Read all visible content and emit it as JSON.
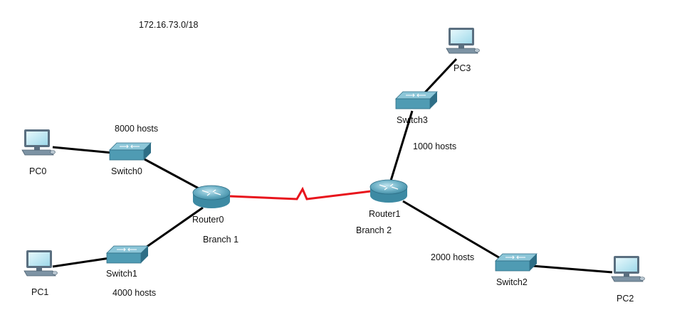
{
  "network": "172.16.73.0/18",
  "colors": {
    "ethernet_link": "#000000",
    "serial_link": "#e8141c",
    "device_blue": "#4f9bb3",
    "device_dark": "#2e6e86",
    "monitor_frame": "#5a6f80",
    "screen": "#c4ecf6"
  },
  "devices": [
    {
      "id": "pc0",
      "type": "pc",
      "label": "PC0"
    },
    {
      "id": "pc1",
      "type": "pc",
      "label": "PC1"
    },
    {
      "id": "pc2",
      "type": "pc",
      "label": "PC2"
    },
    {
      "id": "pc3",
      "type": "pc",
      "label": "PC3"
    },
    {
      "id": "switch0",
      "type": "switch",
      "label": "Switch0"
    },
    {
      "id": "switch1",
      "type": "switch",
      "label": "Switch1"
    },
    {
      "id": "switch2",
      "type": "switch",
      "label": "Switch2"
    },
    {
      "id": "switch3",
      "type": "switch",
      "label": "Switch3"
    },
    {
      "id": "router0",
      "type": "router",
      "label": "Router0"
    },
    {
      "id": "router1",
      "type": "router",
      "label": "Router1"
    }
  ],
  "links": [
    {
      "from": "pc0",
      "to": "switch0",
      "type": "ethernet"
    },
    {
      "from": "switch0",
      "to": "router0",
      "type": "ethernet"
    },
    {
      "from": "pc1",
      "to": "switch1",
      "type": "ethernet"
    },
    {
      "from": "switch1",
      "to": "router0",
      "type": "ethernet"
    },
    {
      "from": "router0",
      "to": "router1",
      "type": "serial"
    },
    {
      "from": "router1",
      "to": "switch3",
      "type": "ethernet"
    },
    {
      "from": "switch3",
      "to": "pc3",
      "type": "ethernet"
    },
    {
      "from": "router1",
      "to": "switch2",
      "type": "ethernet"
    },
    {
      "from": "switch2",
      "to": "pc2",
      "type": "ethernet"
    }
  ],
  "annotations": {
    "switch0_hosts": "8000 hosts",
    "switch1_hosts": "4000 hosts",
    "switch2_hosts": "2000 hosts",
    "switch3_hosts": "1000 hosts",
    "branch1": "Branch 1",
    "branch2": "Branch 2"
  }
}
